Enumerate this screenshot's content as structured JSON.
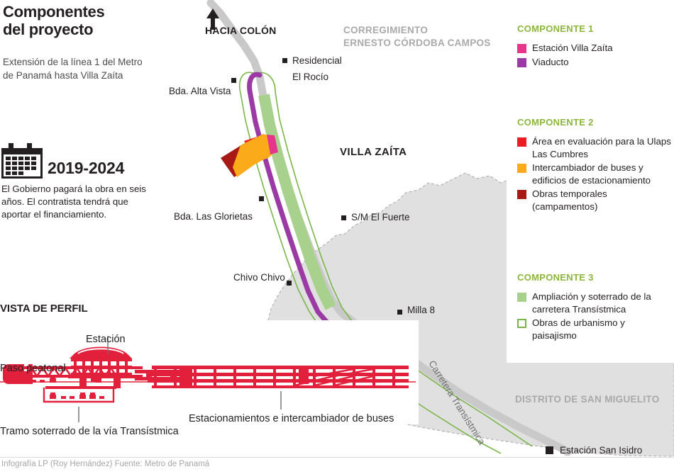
{
  "header": {
    "title_line1": "Componentes",
    "title_line2": "del proyecto",
    "subtitle": "Extensión de la línea 1 del Metro de Panamá hasta Villa Zaíta"
  },
  "timeline": {
    "icon": "calendar-icon",
    "years": "2019-2024",
    "note": "El Gobierno pagará la obra en seis años. El contratista tendrá que aportar el financiamiento."
  },
  "map": {
    "north_arrow": "north-arrow-icon",
    "direction_label": "HACIA COLÓN",
    "corregimiento_line1": "CORREGIMIENTO",
    "corregimiento_line2": "ERNESTO CÓRDOBA CAMPOS",
    "district_label": "DISTRITO DE SAN MIGUELITO",
    "area_label": "VILLA ZAÍTA",
    "road_label": "Carretera Transístmica",
    "places": [
      {
        "name": "Residencial El Rocío",
        "line1": "Residencial",
        "line2": "El Rocío"
      },
      {
        "name": "Bda. Alta Vista"
      },
      {
        "name": "Bda. Las Glorietas"
      },
      {
        "name": "S/M El Fuerte"
      },
      {
        "name": "Chivo Chivo"
      },
      {
        "name": "Milla 8"
      },
      {
        "name": "Estación San Isidro"
      }
    ]
  },
  "legend": {
    "groups": [
      {
        "heading": "COMPONENTE 1",
        "items": [
          {
            "label": "Estación Villa Zaíta",
            "color": "#e6368b",
            "style": "solid"
          },
          {
            "label": "Viaducto",
            "color": "#9b3aa5",
            "style": "solid"
          }
        ]
      },
      {
        "heading": "COMPONENTE 2",
        "items": [
          {
            "label": "Área en evaluación para la Ulaps Las Cumbres",
            "color": "#ec1c24",
            "style": "solid"
          },
          {
            "label": "Intercambiador de buses y edificios de estacionamiento",
            "color": "#fbaa19",
            "style": "solid"
          },
          {
            "label": "Obras temporales (campamentos)",
            "color": "#a81916",
            "style": "solid"
          }
        ]
      },
      {
        "heading": "COMPONENTE 3",
        "items": [
          {
            "label": "Ampliación y soterrado de la carretera Transístmica",
            "color": "#a9d18e",
            "style": "solid"
          },
          {
            "label": "Obras de urbanismo y paisajismo",
            "color": "#7ab648",
            "style": "hollow"
          }
        ]
      }
    ]
  },
  "profile": {
    "heading": "VISTA DE PERFIL",
    "labels": {
      "station": "Estación",
      "pedestrian_crossing": "Paso peatonal",
      "underground": "Tramo soterrado de la vía Transístmica",
      "parking": "Estacionamientos e intercambiador de buses"
    },
    "color": "#e3203c"
  },
  "footer": {
    "credit": "Infografía LP (Roy Hernández) Fuente: Metro de Panamá"
  },
  "colors": {
    "accent_green": "#8cb63c",
    "station_magenta": "#e6368b",
    "viaduct_purple": "#9b3aa5",
    "ulaps_red": "#ec1c24",
    "interchange_orange": "#fbaa19",
    "temporary_darkred": "#a81916",
    "corridor_green": "#a9d18e",
    "outline_green": "#7ab648",
    "road_grey": "#c9c9c9",
    "district_fill": "#e0e0e0",
    "profile_red": "#e3203c"
  }
}
